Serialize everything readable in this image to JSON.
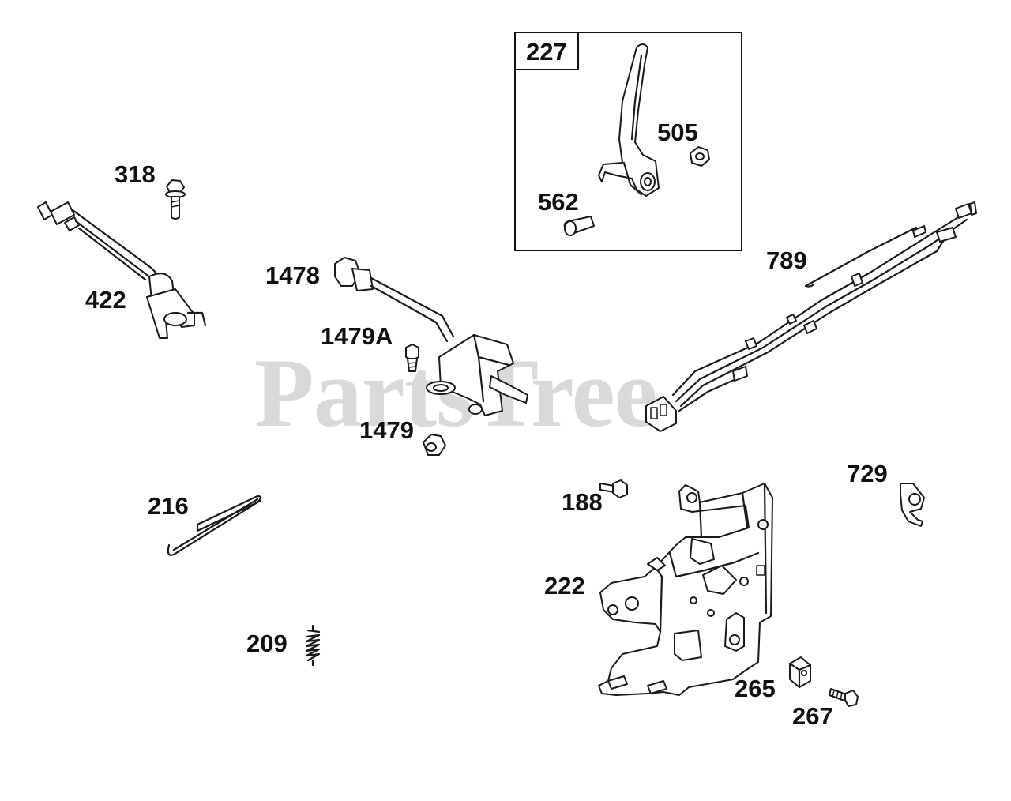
{
  "watermark": "PartsTree",
  "inset": {
    "label": "227"
  },
  "callouts": {
    "c318": "318",
    "c422": "422",
    "c1478": "1478",
    "c1479A": "1479A",
    "c1479": "1479",
    "c505": "505",
    "c562": "562",
    "c789": "789",
    "c216": "216",
    "c188": "188",
    "c729": "729",
    "c222": "222",
    "c209": "209",
    "c265": "265",
    "c267": "267"
  }
}
